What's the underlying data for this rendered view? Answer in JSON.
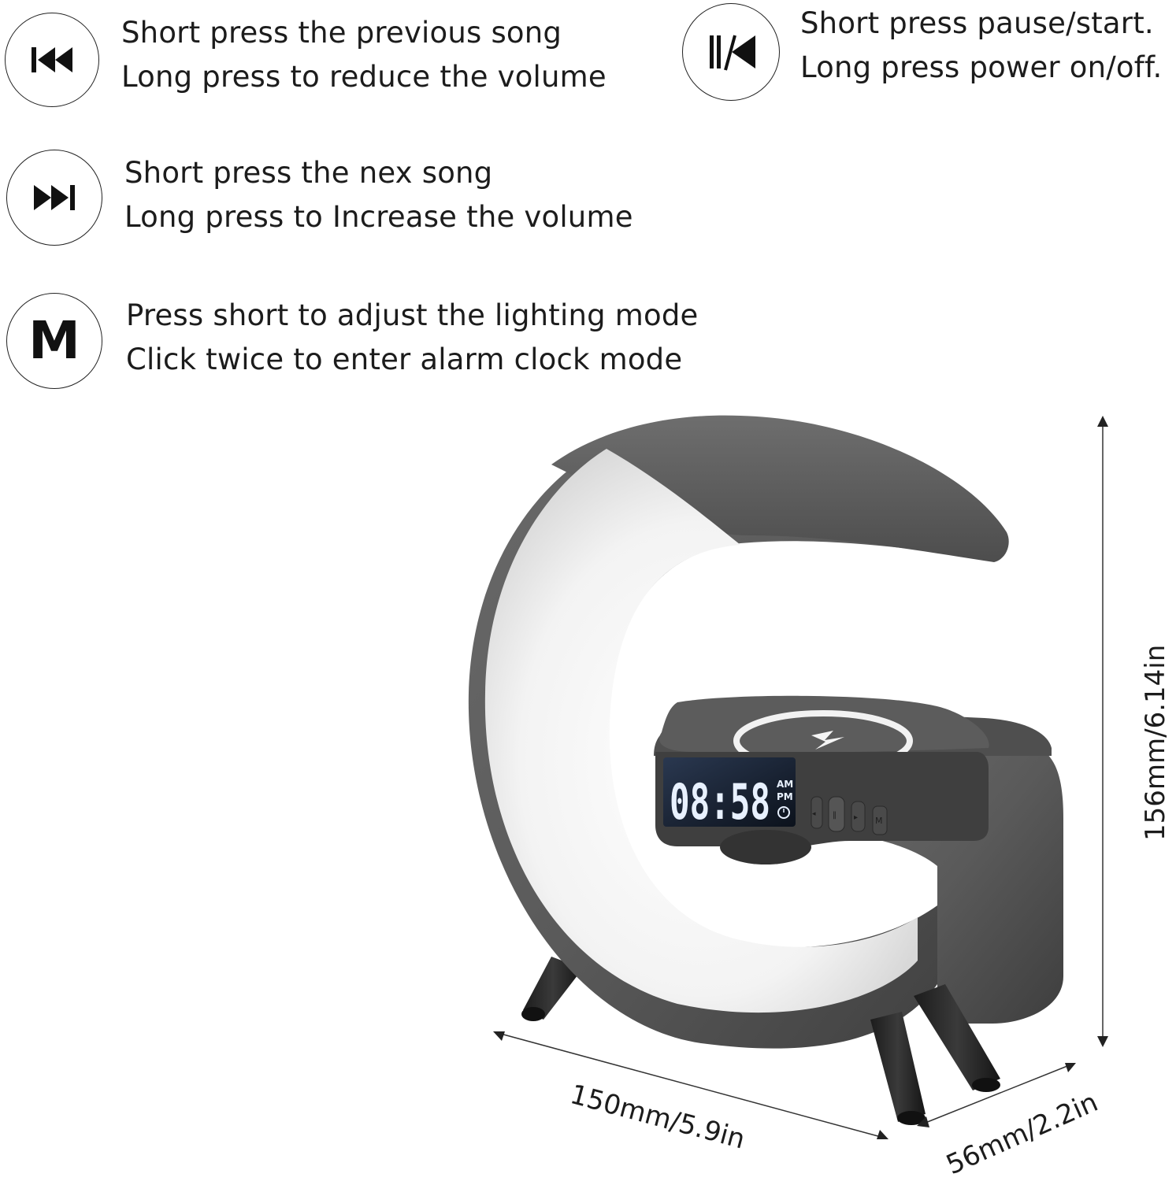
{
  "buttons": [
    {
      "icon": "previous-track-icon",
      "line1": "Short press the previous song",
      "line2": "Long press to reduce the volume"
    },
    {
      "icon": "pause-play-icon",
      "line1": "Short press pause/start.",
      "line2": "Long press power on/off."
    },
    {
      "icon": "next-track-icon",
      "line1": "Short press the nex song",
      "line2": "Long press to Increase the volume"
    },
    {
      "icon": "mode-m-icon",
      "glyph": "M",
      "line1": "Press short to adjust the lighting mode",
      "line2": "Click twice to enter alarm clock mode"
    }
  ],
  "display": {
    "time": "08:58",
    "am": "AM",
    "pm": "PM"
  },
  "control_buttons": [
    "◂",
    "‖",
    "▸",
    "M"
  ],
  "dimensions": {
    "height": "156mm/6.14in",
    "width": "150mm/5.9in",
    "depth": "56mm/2.2in"
  },
  "colors": {
    "body": "#5e5e5e",
    "light": "#f4f4f4",
    "lcd": "#101820"
  }
}
